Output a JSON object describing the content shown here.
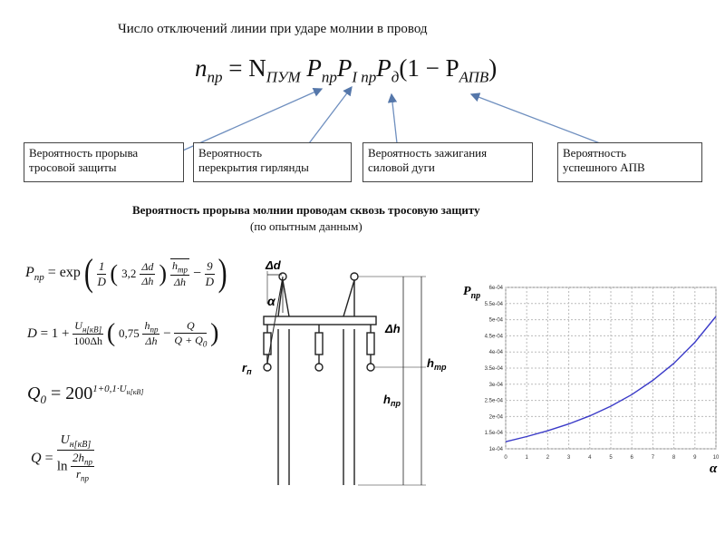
{
  "title": "Число отключений линии при ударе молнии в провод",
  "main_formula": {
    "lhs": "n",
    "lhs_sub": "пр",
    "eq": " = N",
    "n_sub": "ПУМ",
    "p1": " P",
    "p1_sub": "пр",
    "p2": "P",
    "p2_sub": "I пр",
    "p3": "P",
    "p3_sub": "д",
    "paren_open": "(1 − P",
    "apv_sub": "АПВ",
    "paren_close": ")"
  },
  "boxes": [
    {
      "line1": "Вероятность прорыва",
      "line2": "тросовой защиты"
    },
    {
      "line1": "Вероятность",
      "line2": "перекрытия гирлянды"
    },
    {
      "line1": "Вероятность зажигания",
      "line2": "силовой дуги"
    },
    {
      "line1": "Вероятность",
      "line2": "успешного АПВ"
    }
  ],
  "subtitle": "Вероятность прорыва молнии  проводам сквозь тросовую защиту",
  "subnote": "(по опытным данным)",
  "formulas": {
    "f1_lhs": "P",
    "f1_lhs_sub": "пр",
    "f1_rhs": " = exp",
    "f1_frac_num": "1",
    "f1_frac_den": "D",
    "f1_inner_a": "3,2",
    "f1_dd_num": "Δd",
    "f1_dd_den": "Δh",
    "f1_h_num": "h",
    "f1_h_num_sub": "mp",
    "f1_h_den": "Δh",
    "f1_minus": " − ",
    "f1_nine_num": "9",
    "f1_nine_den": "D",
    "f2_lhs": "D",
    "f2_eq": " = 1 + ",
    "f2_u_num": "U",
    "f2_u_sub": "н[кВ]",
    "f2_u_den": "100Δh",
    "f2_coef": "0,75",
    "f2_h_num": "h",
    "f2_h_sub": "пр",
    "f2_h_den": "Δh",
    "f2_minus": " − ",
    "f2_q_num": "Q",
    "f2_q_den": "Q + Q",
    "f2_q_den_sub": "0",
    "f3_lhs": "Q",
    "f3_lhs_sub": "0",
    "f3_rhs": " = 200",
    "f3_exp": "1+0,1·U",
    "f3_exp_sub": "н[кВ]",
    "f4_lhs": "Q",
    "f4_eq": " = ",
    "f4_num": "U",
    "f4_num_sub": "н[кВ]",
    "f4_ln": "ln",
    "f4_inner_num": "2h",
    "f4_inner_num_sub": "пр",
    "f4_inner_den": "r",
    "f4_inner_den_sub": "пр"
  },
  "diagram": {
    "label_dd": "Δd",
    "label_alpha": "α",
    "label_dh": "Δh",
    "label_htr": "h",
    "label_htr_sub": "mp",
    "label_hpr": "h",
    "label_hpr_sub": "пр",
    "label_rp": "r",
    "label_rp_sub": "п"
  },
  "chart_data": {
    "type": "line",
    "title": "",
    "ylabel": "P",
    "ylabel_sub": "пр",
    "xlabel": "α",
    "xlim": [
      0,
      10
    ],
    "ylim": [
      0.0001,
      0.0006
    ],
    "x_ticks": [
      "0",
      "1",
      "2",
      "3",
      "4",
      "5",
      "6",
      "7",
      "8",
      "9",
      "10"
    ],
    "y_ticks": [
      "1e-04",
      "1.5e-04",
      "2e-04",
      "2.5e-04",
      "3e-04",
      "3.5e-04",
      "4e-04",
      "4.5e-04",
      "5e-04",
      "5.5e-04",
      "6e-04"
    ],
    "grid": true,
    "line_color": "#3b3bc8",
    "series": [
      {
        "x": [
          0,
          1,
          2,
          3,
          4,
          5,
          6,
          7,
          8,
          9,
          10
        ],
        "y": [
          0.000122,
          0.000138,
          0.000156,
          0.000177,
          0.000202,
          0.000232,
          0.000268,
          0.000312,
          0.000365,
          0.00043,
          0.00051
        ]
      }
    ]
  }
}
